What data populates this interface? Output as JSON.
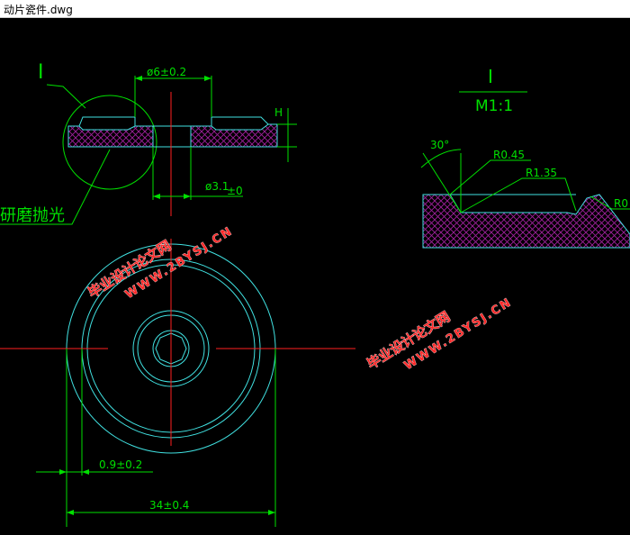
{
  "window": {
    "title": "动片瓷件.dwg"
  },
  "drawing": {
    "section_label": "I",
    "detail_label": "I",
    "detail_scale": "M1:1",
    "dim_hole_dia": "ø6±0.2",
    "dim_thickness": "H",
    "dim_inner_dia": "ø3.1",
    "dim_inner_dia_tail": "±0",
    "note_polish": "研磨抛光",
    "dim_angle": "30°",
    "dim_r1": "R0.45",
    "dim_r2": "R1.35",
    "dim_r3": "R0",
    "dim_offset": "0.9±0.2",
    "dim_outer_dia": "34±0.4",
    "watermark_cn": "毕业设计论文网",
    "watermark_url": "WWW.2BYSJ.CN"
  },
  "colors": {
    "dimension": "#00e000",
    "centerline": "#ff2020",
    "outline": "#40e0e0",
    "hatch": "#a0209c",
    "watermark": "#ff2a2a"
  }
}
